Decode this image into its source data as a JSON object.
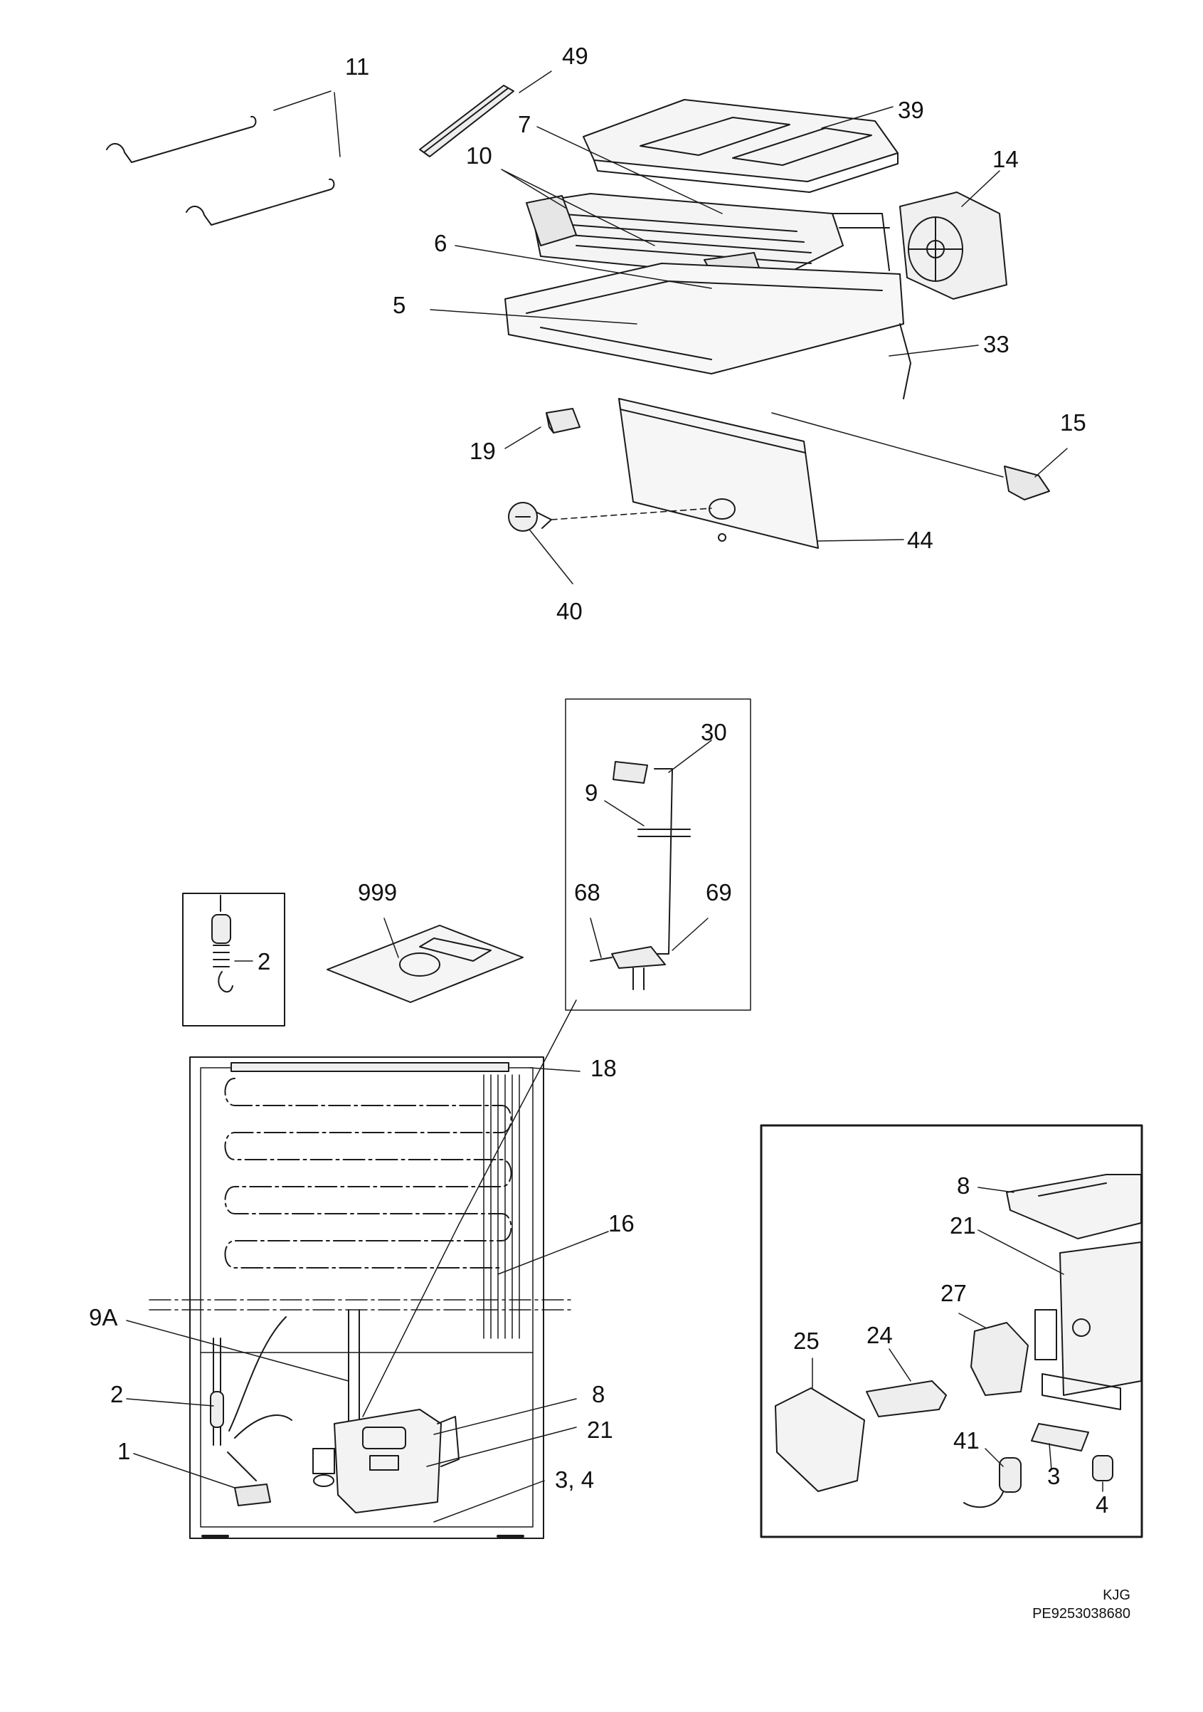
{
  "callouts": {
    "c11": "11",
    "c49": "49",
    "c39": "39",
    "c7": "7",
    "c10": "10",
    "c14": "14",
    "c6": "6",
    "c5": "5",
    "c33": "33",
    "c15": "15",
    "c19": "19",
    "c44": "44",
    "c40": "40",
    "c30": "30",
    "c9": "9",
    "c68": "68",
    "c69": "69",
    "c999": "999",
    "c2_inset": "2",
    "c18": "18",
    "c16": "16",
    "c9A": "9A",
    "c2": "2",
    "c1": "1",
    "c8": "8",
    "c21": "21",
    "c34": "3, 4",
    "r8": "8",
    "r21": "21",
    "r27": "27",
    "r25": "25",
    "r24": "24",
    "r41": "41",
    "r3": "3",
    "r4": "4"
  },
  "footer": {
    "code1": "KJG",
    "code2": "PE9253038680"
  }
}
